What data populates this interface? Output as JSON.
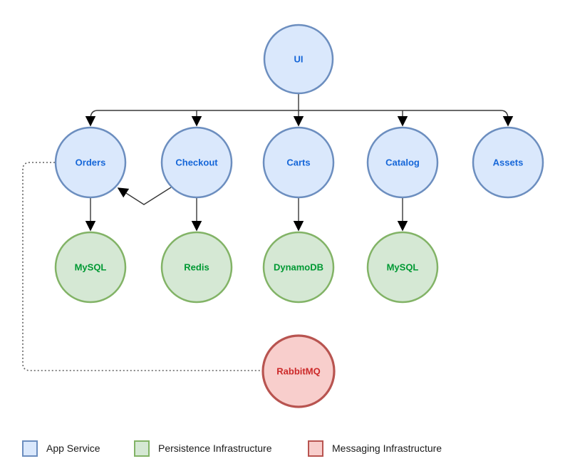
{
  "diagram": {
    "type": "architecture-diagram",
    "nodes": {
      "ui": {
        "label": "UI",
        "type": "app"
      },
      "orders": {
        "label": "Orders",
        "type": "app"
      },
      "checkout": {
        "label": "Checkout",
        "type": "app"
      },
      "carts": {
        "label": "Carts",
        "type": "app"
      },
      "catalog": {
        "label": "Catalog",
        "type": "app"
      },
      "assets": {
        "label": "Assets",
        "type": "app"
      },
      "orders_db": {
        "label": "MySQL",
        "type": "persistence"
      },
      "checkout_cache": {
        "label": "Redis",
        "type": "persistence"
      },
      "carts_db": {
        "label": "DynamoDB",
        "type": "persistence"
      },
      "catalog_db": {
        "label": "MySQL",
        "type": "persistence"
      },
      "message_queue": {
        "label": "RabbitMQ",
        "type": "messaging"
      }
    },
    "edges": [
      {
        "from": "UI",
        "to": "Orders",
        "style": "solid-arrow"
      },
      {
        "from": "UI",
        "to": "Checkout",
        "style": "solid-arrow"
      },
      {
        "from": "UI",
        "to": "Carts",
        "style": "solid-arrow"
      },
      {
        "from": "UI",
        "to": "Catalog",
        "style": "solid-arrow"
      },
      {
        "from": "UI",
        "to": "Assets",
        "style": "solid-arrow"
      },
      {
        "from": "Checkout",
        "to": "Orders",
        "style": "solid-arrow"
      },
      {
        "from": "Orders",
        "to": "MySQL",
        "style": "solid-arrow"
      },
      {
        "from": "Checkout",
        "to": "Redis",
        "style": "solid-arrow"
      },
      {
        "from": "Carts",
        "to": "DynamoDB",
        "style": "solid-arrow"
      },
      {
        "from": "Catalog",
        "to": "MySQL",
        "style": "solid-arrow"
      },
      {
        "from": "Orders",
        "to": "RabbitMQ",
        "style": "dashed"
      }
    ],
    "colors": {
      "app": {
        "fill": "#dae8fc",
        "stroke": "#6c8ebf",
        "text": "#1566d8"
      },
      "persistence": {
        "fill": "#d5e8d4",
        "stroke": "#82b366",
        "text": "#009933"
      },
      "messaging": {
        "fill": "#f8cecc",
        "stroke": "#b85450",
        "text": "#cc2929"
      },
      "edge": "#383838",
      "dashed_edge": "#616161"
    }
  },
  "legend": {
    "items": [
      {
        "label": "App Service",
        "swatch_fill": "#dae8fc",
        "swatch_stroke": "#6c8ebf"
      },
      {
        "label": "Persistence Infrastructure",
        "swatch_fill": "#d5e8d4",
        "swatch_stroke": "#82b366"
      },
      {
        "label": "Messaging Infrastructure",
        "swatch_fill": "#f8cecc",
        "swatch_stroke": "#b85450"
      }
    ]
  }
}
